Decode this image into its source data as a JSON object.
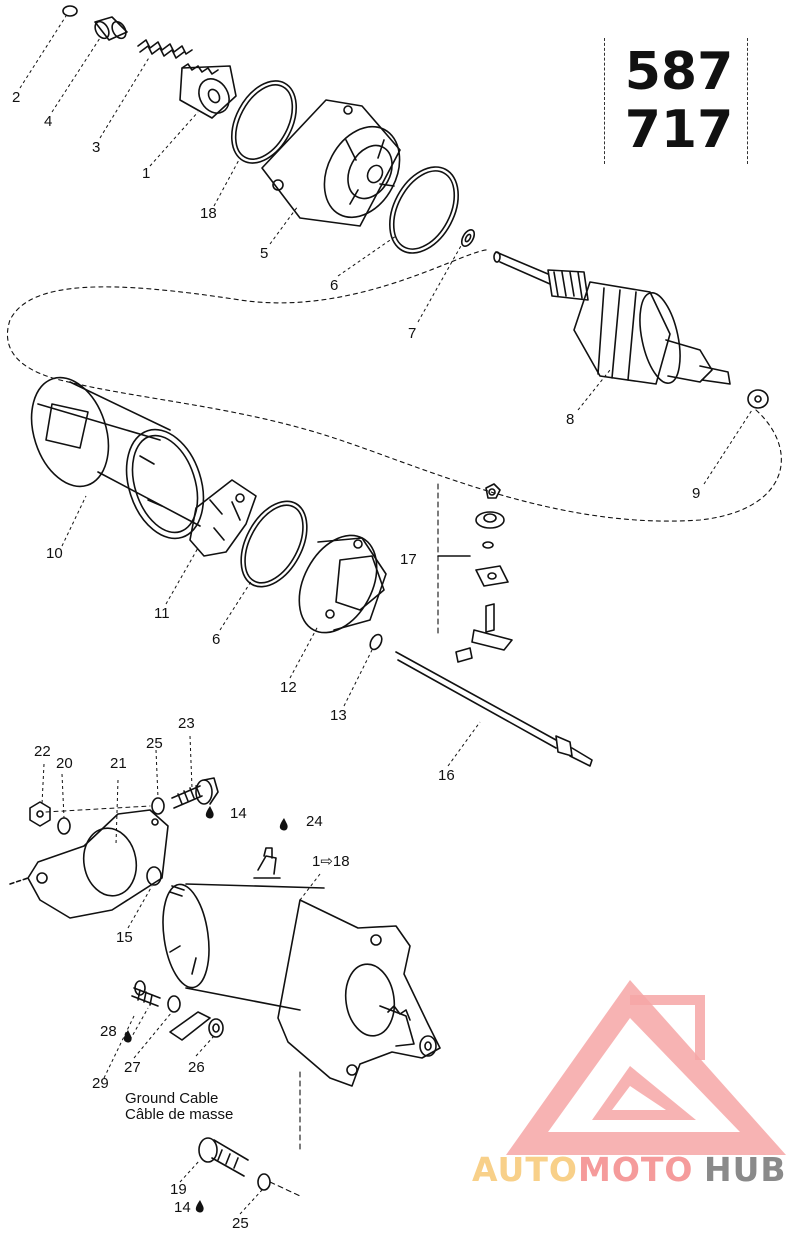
{
  "models": [
    "587",
    "717"
  ],
  "callouts": {
    "c1": "1",
    "c2": "2",
    "c3": "3",
    "c4": "4",
    "c5": "5",
    "c6a": "6",
    "c6b": "6",
    "c7": "7",
    "c8": "8",
    "c9": "9",
    "c10": "10",
    "c11": "11",
    "c12": "12",
    "c13": "13",
    "c14a": "14",
    "c14b": "14",
    "c15": "15",
    "c16": "16",
    "c17": "17",
    "c18": "18",
    "c19": "19",
    "c20": "20",
    "c21": "21",
    "c22": "22",
    "c23": "23",
    "c24": "24",
    "c25a": "25",
    "c25b": "25",
    "c26": "26",
    "c27": "27",
    "c28": "28",
    "c29": "29",
    "assembly": "1⇨18"
  },
  "ground_cable": {
    "en": "Ground Cable",
    "fr": "Câble de masse"
  },
  "watermark": {
    "part1": "AUTO",
    "part2": "MOTO",
    "part3": "HUB",
    "color_light": "#f8d089",
    "color_mid": "#f59b9b",
    "color_dark": "#8a8a8a"
  }
}
